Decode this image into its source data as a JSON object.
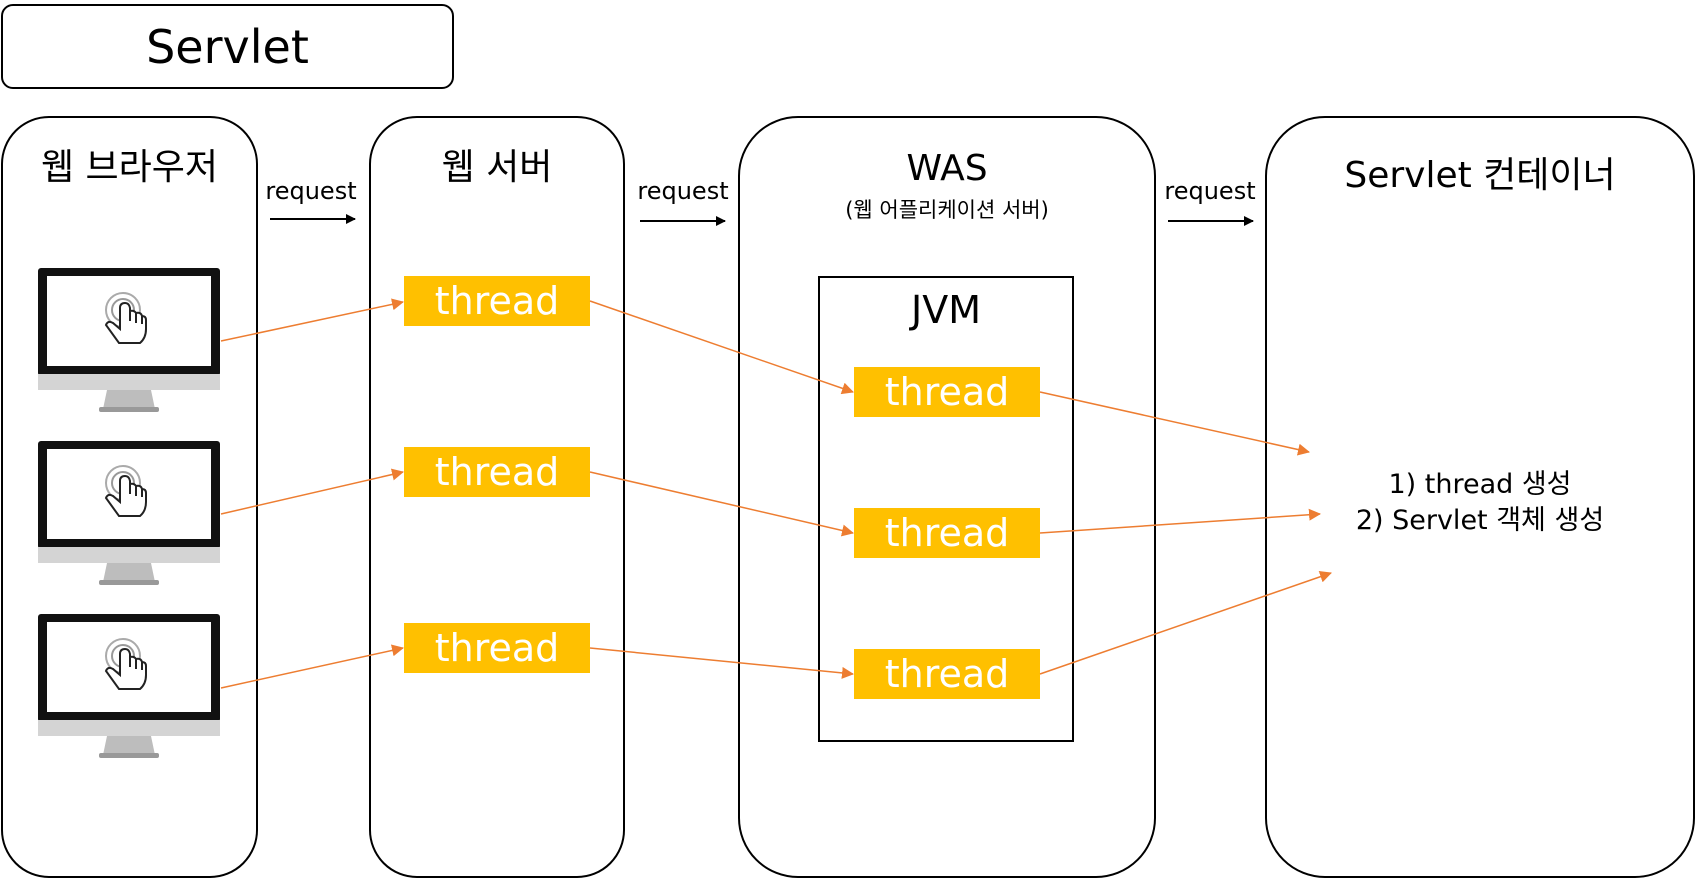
{
  "title": "Servlet",
  "columns": {
    "browser": "웹 브라우저",
    "webserver": "웹 서버",
    "was": "WAS",
    "was_sub": "(웹 어플리케이션 서버)",
    "container": "Servlet 컨테이너"
  },
  "request_label": "request",
  "jvm_label": "JVM",
  "thread_label": "thread",
  "notes": [
    "1) thread 생성",
    "2) Servlet 객체 생성"
  ],
  "colors": {
    "thread_fill": "#FFC000",
    "arrow": "#ED7D31"
  },
  "icons": [
    "monitor-icon",
    "touch-hand-icon"
  ]
}
